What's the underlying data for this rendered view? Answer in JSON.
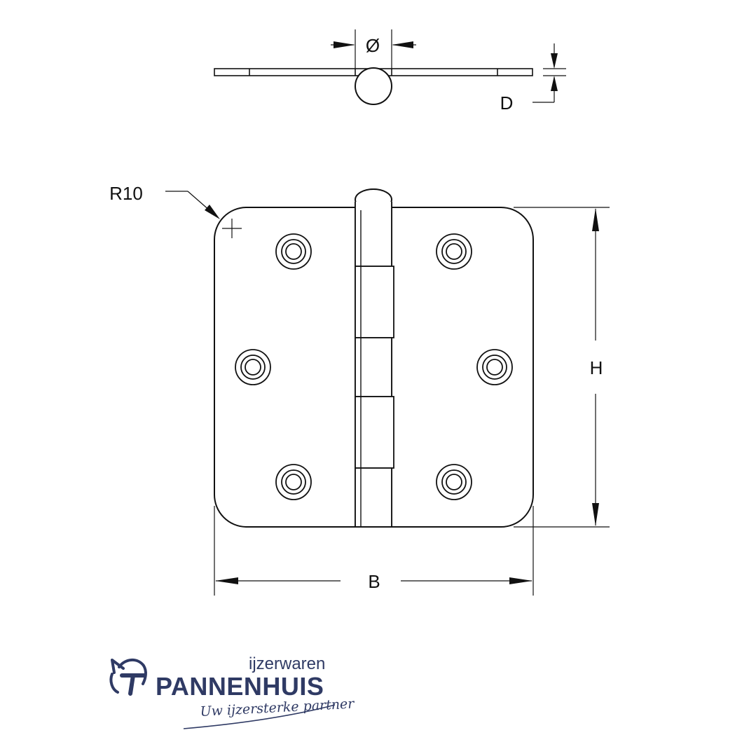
{
  "dimensions": {
    "diameter": "Ø",
    "thickness": "D",
    "radius": "R10",
    "height": "H",
    "width": "B"
  },
  "brand": {
    "tagline_top": "ijzerwaren",
    "name": "PANNENHUIS",
    "slogan": "Uw ijzersterke partner",
    "color": "#2f3a64",
    "logo_icon": "house-t-logo-icon"
  }
}
